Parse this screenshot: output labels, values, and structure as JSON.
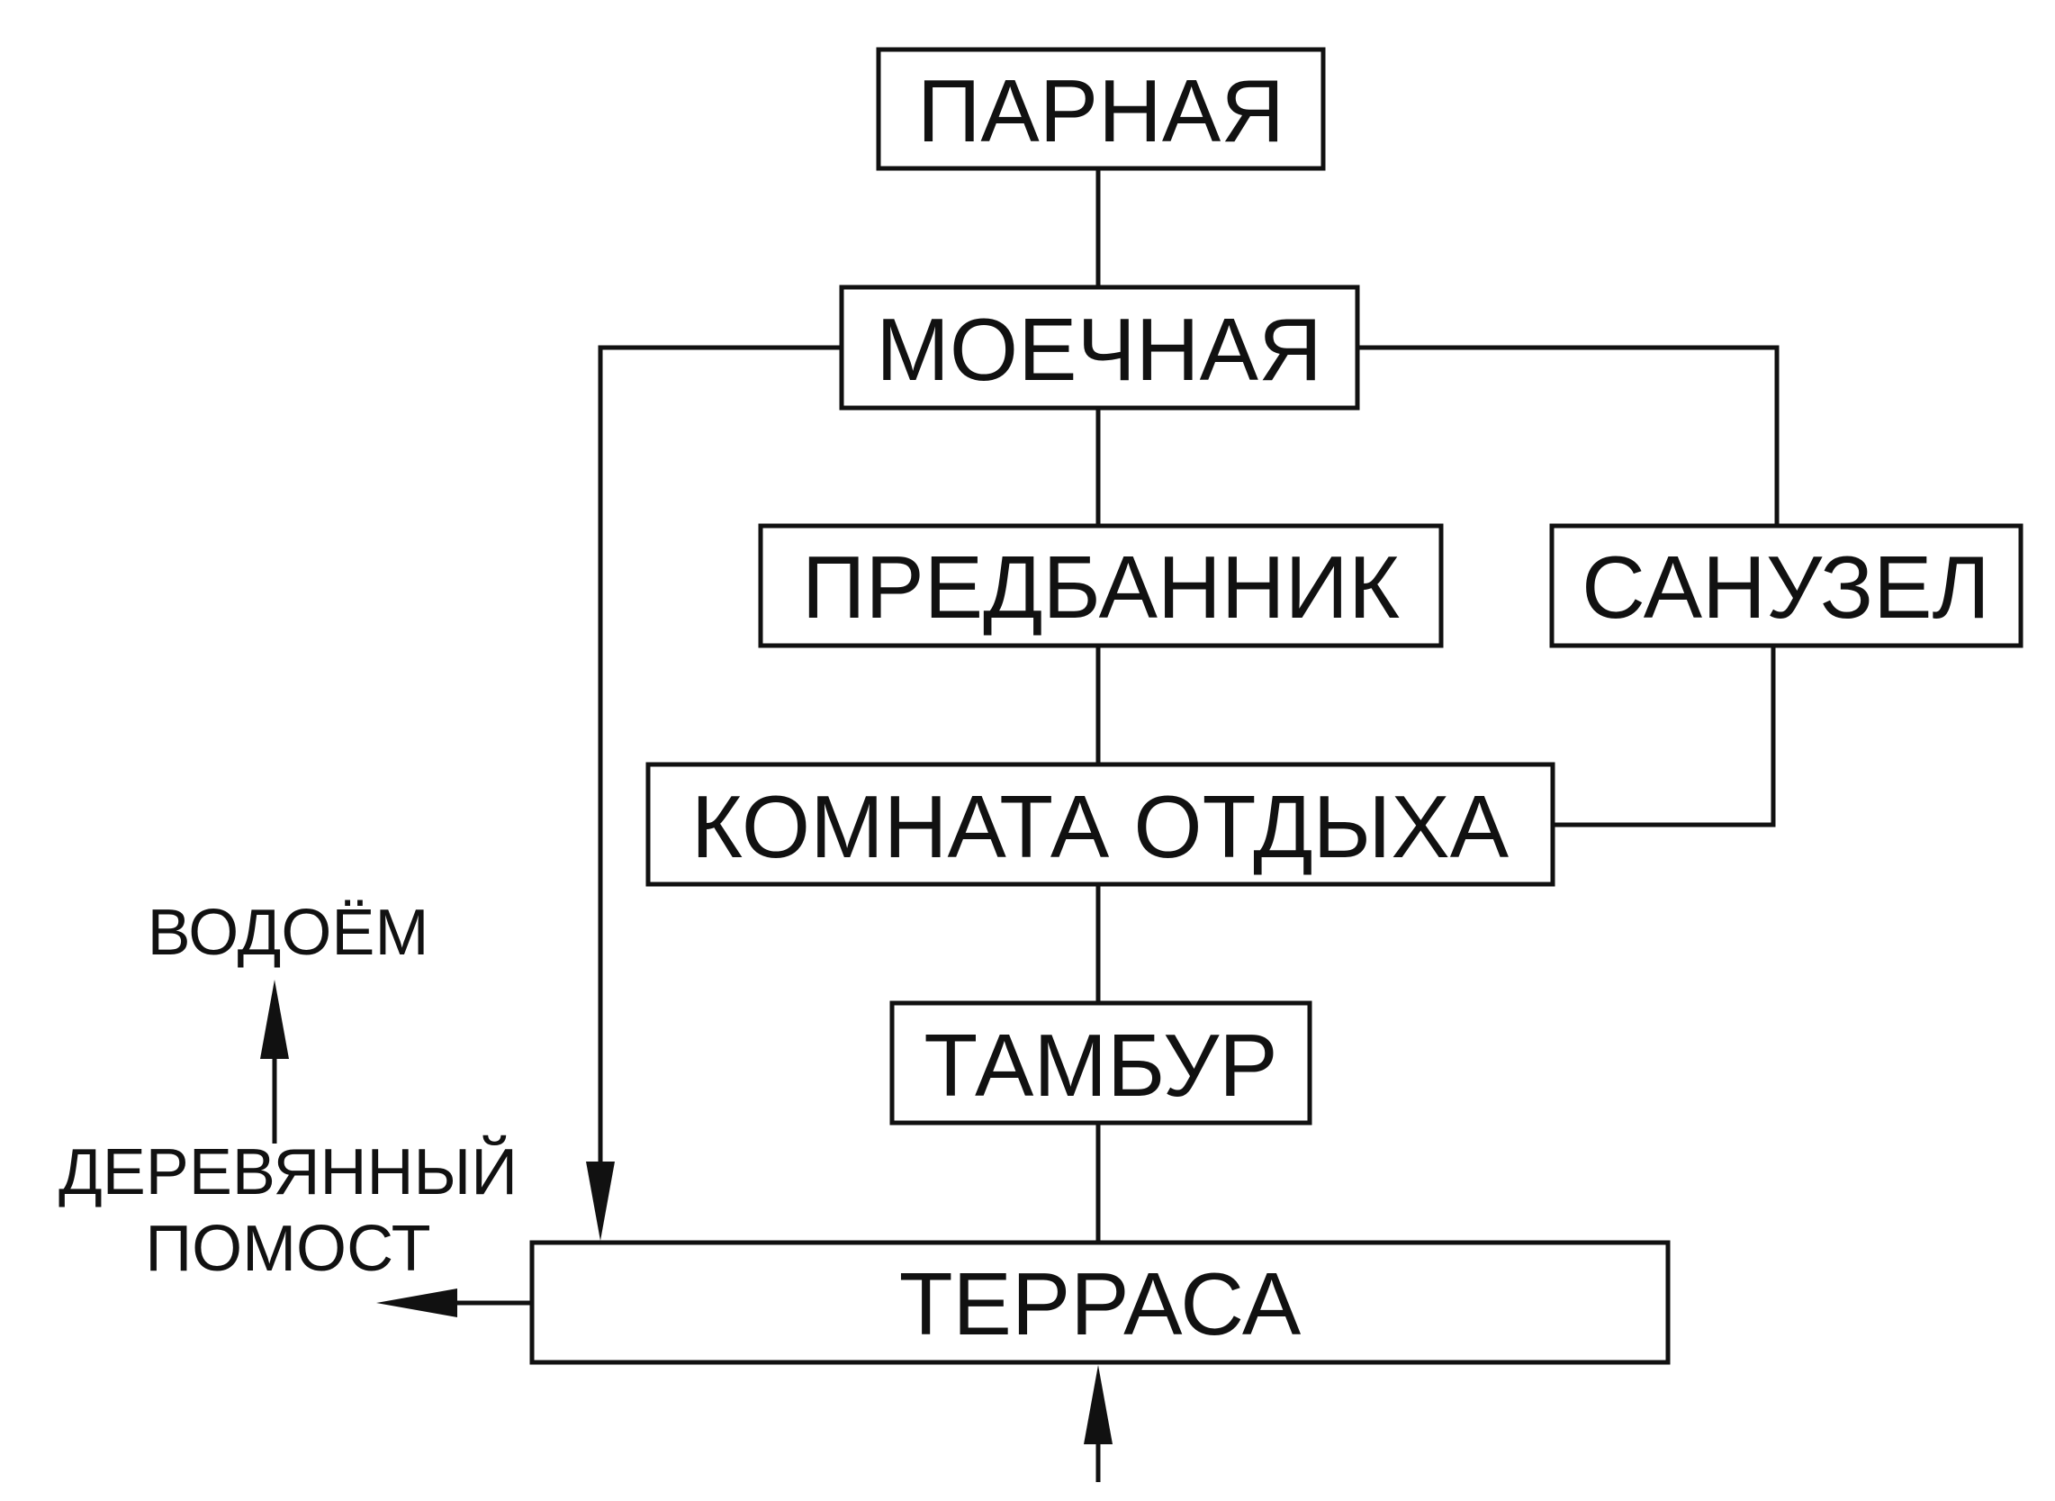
{
  "rooms": {
    "steam_room": "ПАРНАЯ",
    "washing_room": "МОЕЧНАЯ",
    "dressing_room": "ПРЕДБАННИК",
    "bathroom": "САНУЗЕЛ",
    "rest_room": "КОМНАТА ОТДЫХА",
    "vestibule": "ТАМБУР",
    "terrace": "ТЕРРАСА"
  },
  "outside": {
    "pond": "ВОДОЁМ",
    "wooden_deck_line1": "ДЕРЕВЯННЫЙ",
    "wooden_deck_line2": "ПОМОСТ"
  },
  "colors": {
    "stroke": "#111111",
    "background": "#ffffff"
  }
}
